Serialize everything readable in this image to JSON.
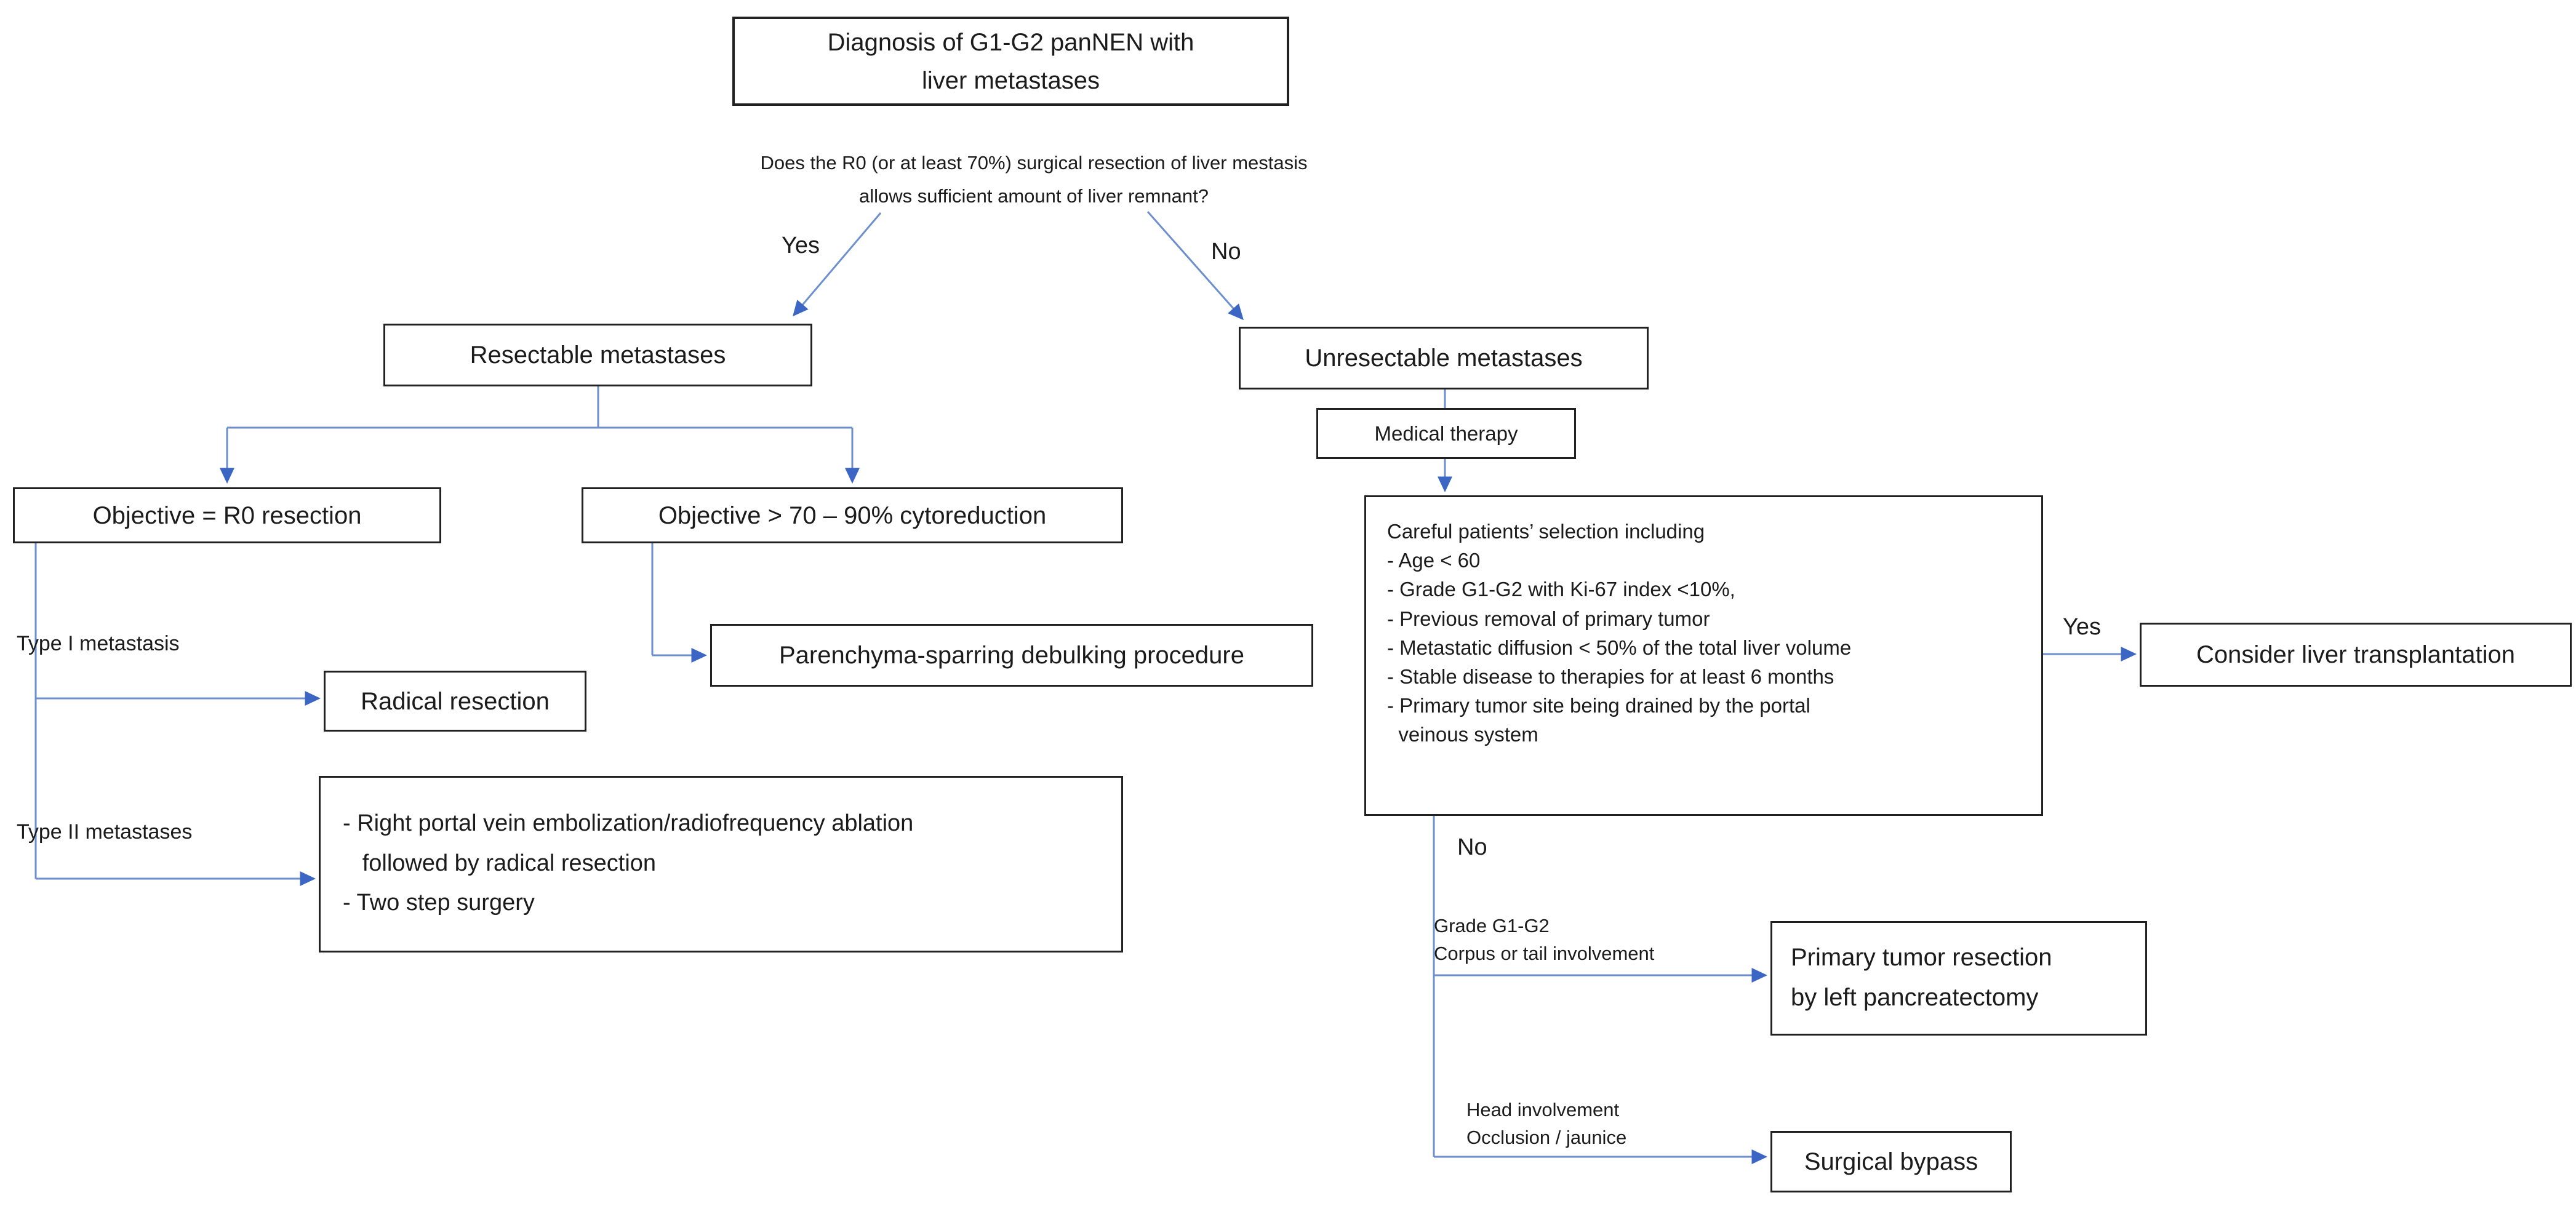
{
  "colors": {
    "connector_line": "#6d8fce",
    "arrowhead": "#3c66c4",
    "box_border": "#212121",
    "text": "#1b1b1b",
    "background": "#ffffff"
  },
  "nodes": {
    "title": [
      "Diagnosis of G1-G2 panNEN with",
      "liver metastases"
    ],
    "question": [
      "Does the R0 (or at least 70%) surgical resection of liver mestasis",
      "allows sufficient amount of liver remnant?"
    ],
    "yes_branch": "Yes",
    "no_branch": "No",
    "resectable": "Resectable metastases",
    "unresectable": "Unresectable metastases",
    "medical_therapy": "Medical therapy",
    "objective_r0": "Objective = R0 resection",
    "objective_cyto": "Objective > 70 – 90% cytoreduction",
    "parenchyma": "Parenchyma-sparring debulking procedure",
    "type1_label": "Type I metastasis",
    "radical_resection": "Radical resection",
    "type2_label": "Type II metastases",
    "type2_box": [
      "- Right portal vein embolization/radiofrequency ablation",
      "   followed by radical resection",
      "- Two step surgery"
    ],
    "careful_selection": [
      "Careful patients’ selection including",
      "- Age < 60",
      "- Grade G1-G2 with Ki-67 index <10%,",
      "- Previous removal of primary tumor",
      "- Metastatic diffusion < 50% of the total liver volume",
      "- Stable disease to therapies for at least 6 months",
      "- Primary tumor site being drained by the portal",
      "  veinous system"
    ],
    "yes_transplant": "Yes",
    "transplant": "Consider liver transplantation",
    "no_selection": "No",
    "branch1_label": [
      "Grade G1-G2",
      "Corpus or tail involvement"
    ],
    "primary_resection": [
      "Primary tumor resection",
      "by left pancreatectomy"
    ],
    "branch2_label": [
      "Head involvement",
      "Occlusion / jaunice"
    ],
    "surgical_bypass": "Surgical bypass"
  }
}
